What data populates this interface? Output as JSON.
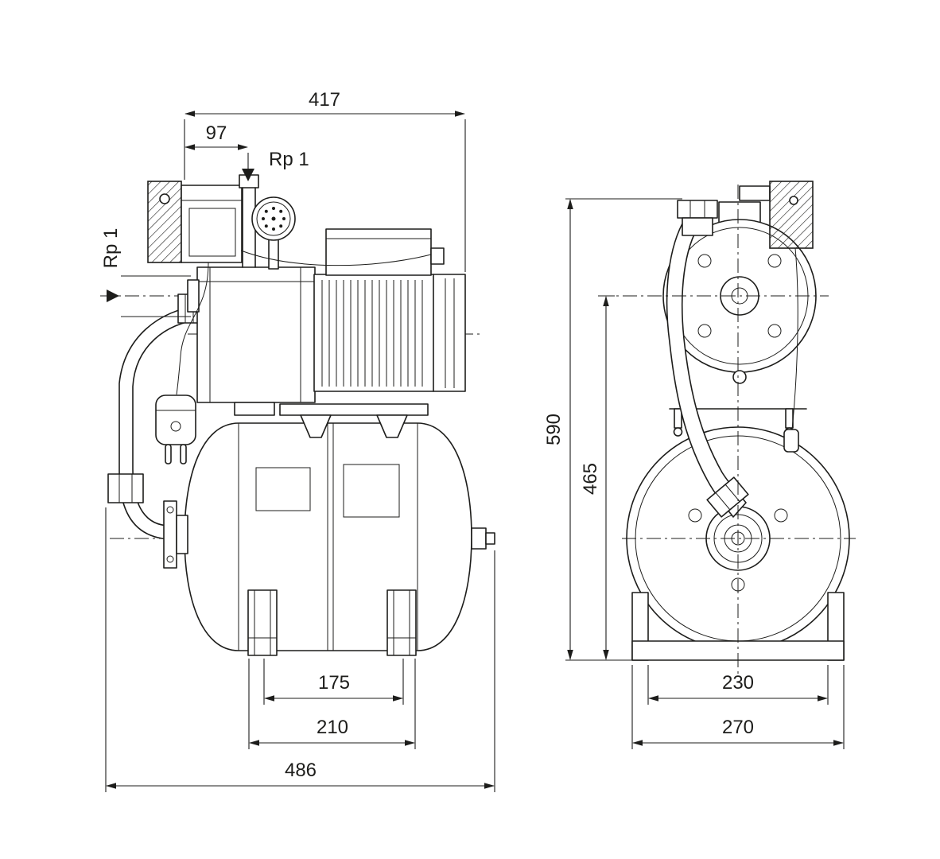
{
  "page": {
    "colors": {
      "background": "#ffffff",
      "line": "#1d1d1b"
    }
  },
  "drawing": {
    "type": "technical-dimensional-drawing",
    "subject": "booster pump with horizontal pressure tank, side and front views",
    "side_view": {
      "dim_overall_width": "417",
      "dim_port_offset": "97",
      "port_top_label": "Rp 1",
      "port_suction_label": "Rp 1",
      "dim_feet_spacing": "175",
      "dim_feet_width": "210",
      "dim_total_depth": "486"
    },
    "front_view": {
      "dim_total_height": "590",
      "dim_port_height": "465",
      "dim_base_inner_width": "230",
      "dim_base_outer_width": "270"
    }
  }
}
